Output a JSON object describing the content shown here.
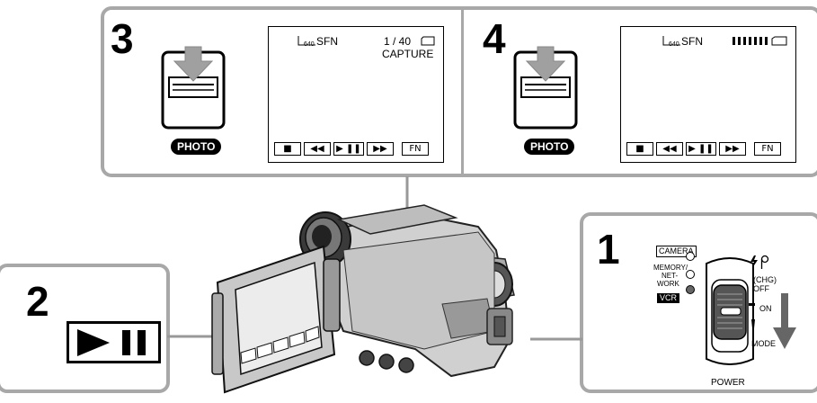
{
  "step3": {
    "number": "3",
    "photo_label": "PHOTO",
    "screen": {
      "quality": "SFN",
      "size_icon": "640",
      "counter": "1 / 40",
      "status": "CAPTURE",
      "fn_label": "FN"
    }
  },
  "step4": {
    "number": "4",
    "photo_label": "PHOTO",
    "screen": {
      "quality": "SFN",
      "size_icon": "640",
      "fn_label": "FN"
    }
  },
  "step1": {
    "number": "1",
    "mode_labels": {
      "camera": "CAMERA",
      "memory_network_1": "MEMORY/",
      "memory_network_2": "NET-",
      "memory_network_3": "WORK",
      "vcr": "VCR"
    },
    "switch_labels": {
      "chg": "(CHG)",
      "off": "OFF",
      "on": "ON",
      "mode": "MODE"
    },
    "power_label": "POWER"
  },
  "step2": {
    "number": "2"
  },
  "icons": {
    "stop": "stop-icon",
    "rewind": "rewind-icon",
    "play_pause": "play-pause-icon",
    "fast_forward": "fast-forward-icon",
    "memory_card": "memory-card-icon",
    "battery": "battery-icon"
  }
}
